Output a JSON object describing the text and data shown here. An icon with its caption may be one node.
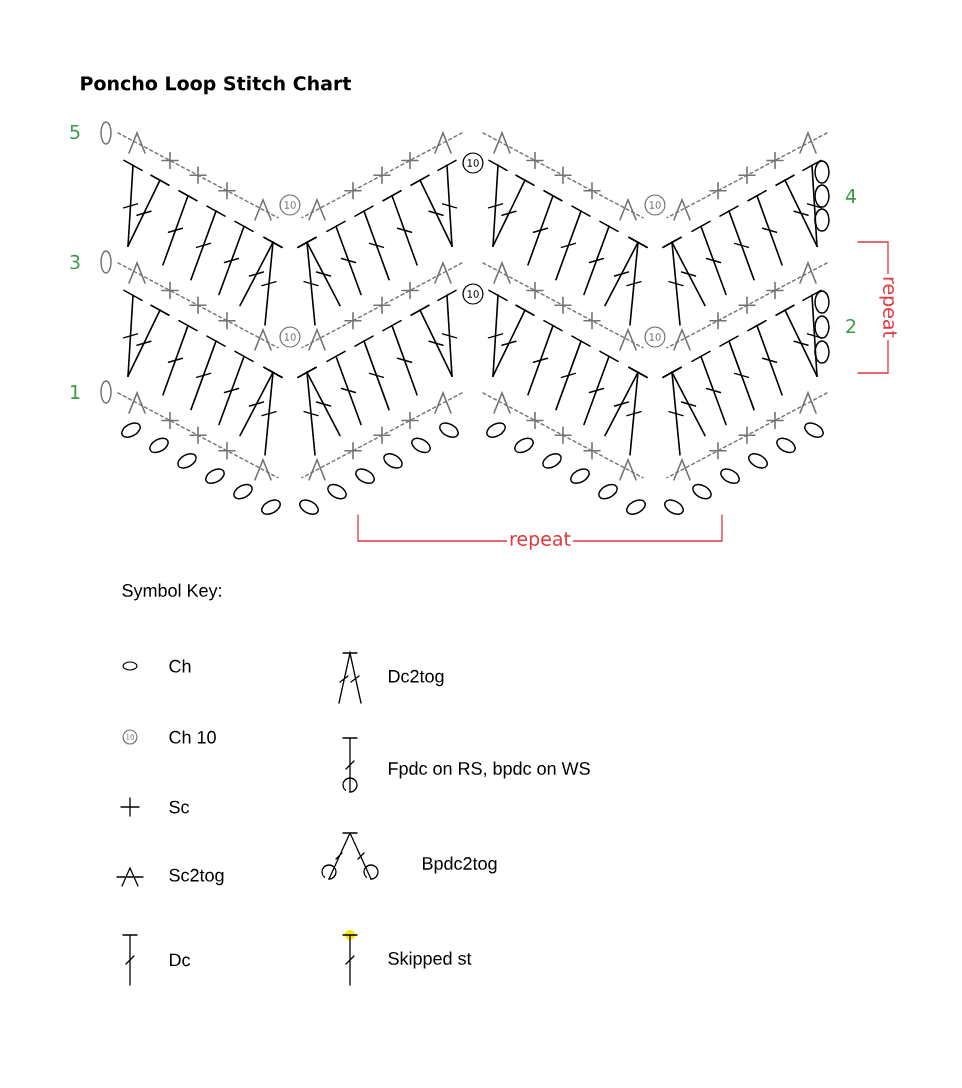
{
  "diagram": {
    "title": "Poncho Loop Stitch Chart",
    "nodes": [
      {
        "text": [
          "10"
        ]
      },
      {
        "text": [
          "10"
        ]
      },
      {
        "text": [
          "10"
        ]
      },
      {
        "text": [
          "10"
        ]
      },
      {
        "text": [
          "10"
        ]
      },
      {
        "text": [
          "10"
        ]
      },
      {
        "text": [
          "10"
        ]
      }
    ],
    "labels": [
      "5",
      "4",
      "3",
      "repeat",
      "2",
      "1",
      "repeat",
      "Symbol Key:"
    ],
    "legend": [
      {
        "text": "Ch"
      },
      {
        "text": "Ch 10"
      },
      {
        "text": "Sc"
      },
      {
        "text": "Sc2tog"
      },
      {
        "text": "Dc"
      },
      {
        "text": "Dc2tog"
      },
      {
        "text": "Fpdc on RS, bpdc on WS"
      },
      {
        "text": "Bpdc2tog"
      },
      {
        "text": "Skipped st"
      }
    ]
  }
}
